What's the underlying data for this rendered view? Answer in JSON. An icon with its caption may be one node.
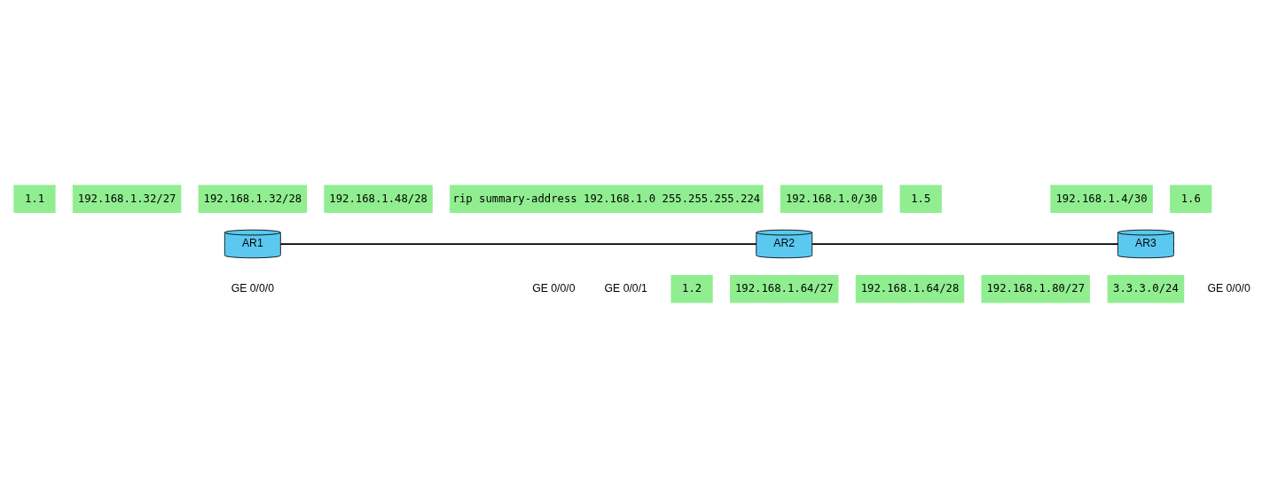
{
  "diagram": {
    "nodes": [
      {
        "text": [
          "AR1"
        ]
      },
      {
        "text": [
          "AR2"
        ]
      },
      {
        "text": [
          "AR3"
        ]
      }
    ],
    "edges": [
      {
        "from": 0,
        "to": 1,
        "arrow": "none"
      },
      {
        "from": 1,
        "to": 2,
        "arrow": "none"
      }
    ],
    "labels": [
      "rip summary-address 192.168.1.0 255.255.255.224",
      "192.168.1.4/30",
      "192.168.1.0/30",
      "1.1",
      "1.5",
      "1.6",
      "192.168.1.32/27",
      "192.168.1.32/28",
      "192.168.1.48/28",
      "3.3.3.0/24",
      "GE 0/0/0",
      "GE 0/0/0",
      "GE 0/0/1",
      "GE 0/0/0",
      "1.2",
      "192.168.1.64/27",
      "192.168.1.64/28",
      "192.168.1.80/27"
    ]
  }
}
